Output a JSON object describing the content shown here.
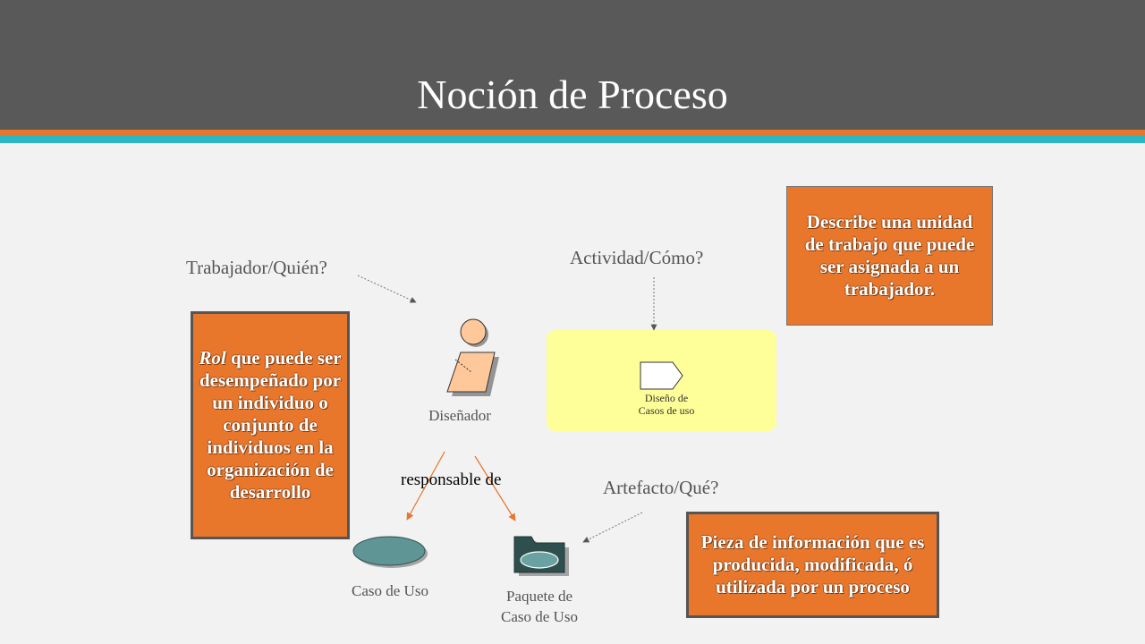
{
  "title": "Noción de Proceso",
  "questions": {
    "worker": "Trabajador/Quién?",
    "activity": "Actividad/Cómo?",
    "artifact": "Artefacto/Qué?"
  },
  "rol_box": {
    "italic": "Rol",
    "rest": " que puede ser desempeñado por un individuo o conjunto de individuos en la organización de desarrollo"
  },
  "activity_box": "Describe una unidad de trabajo que puede ser asignada a un trabajador.",
  "artifact_box": "Pieza de información que es producida, modificada, ó utilizada por un proceso",
  "worker_label": "Diseñador",
  "activity_label_line1": "Diseño de",
  "activity_label_line2": "Casos de uso",
  "responsible": "responsable de",
  "use_case_label": "Caso de Uso",
  "package_label_line1": "Paquete de",
  "package_label_line2": "Caso de Uso",
  "colors": {
    "header": "#595959",
    "orange": "#e8762b",
    "teal": "#2bb8c4",
    "activity_area": "#ffff99",
    "worker_fill": "#ffc89a",
    "use_case_fill": "#5f9595"
  }
}
